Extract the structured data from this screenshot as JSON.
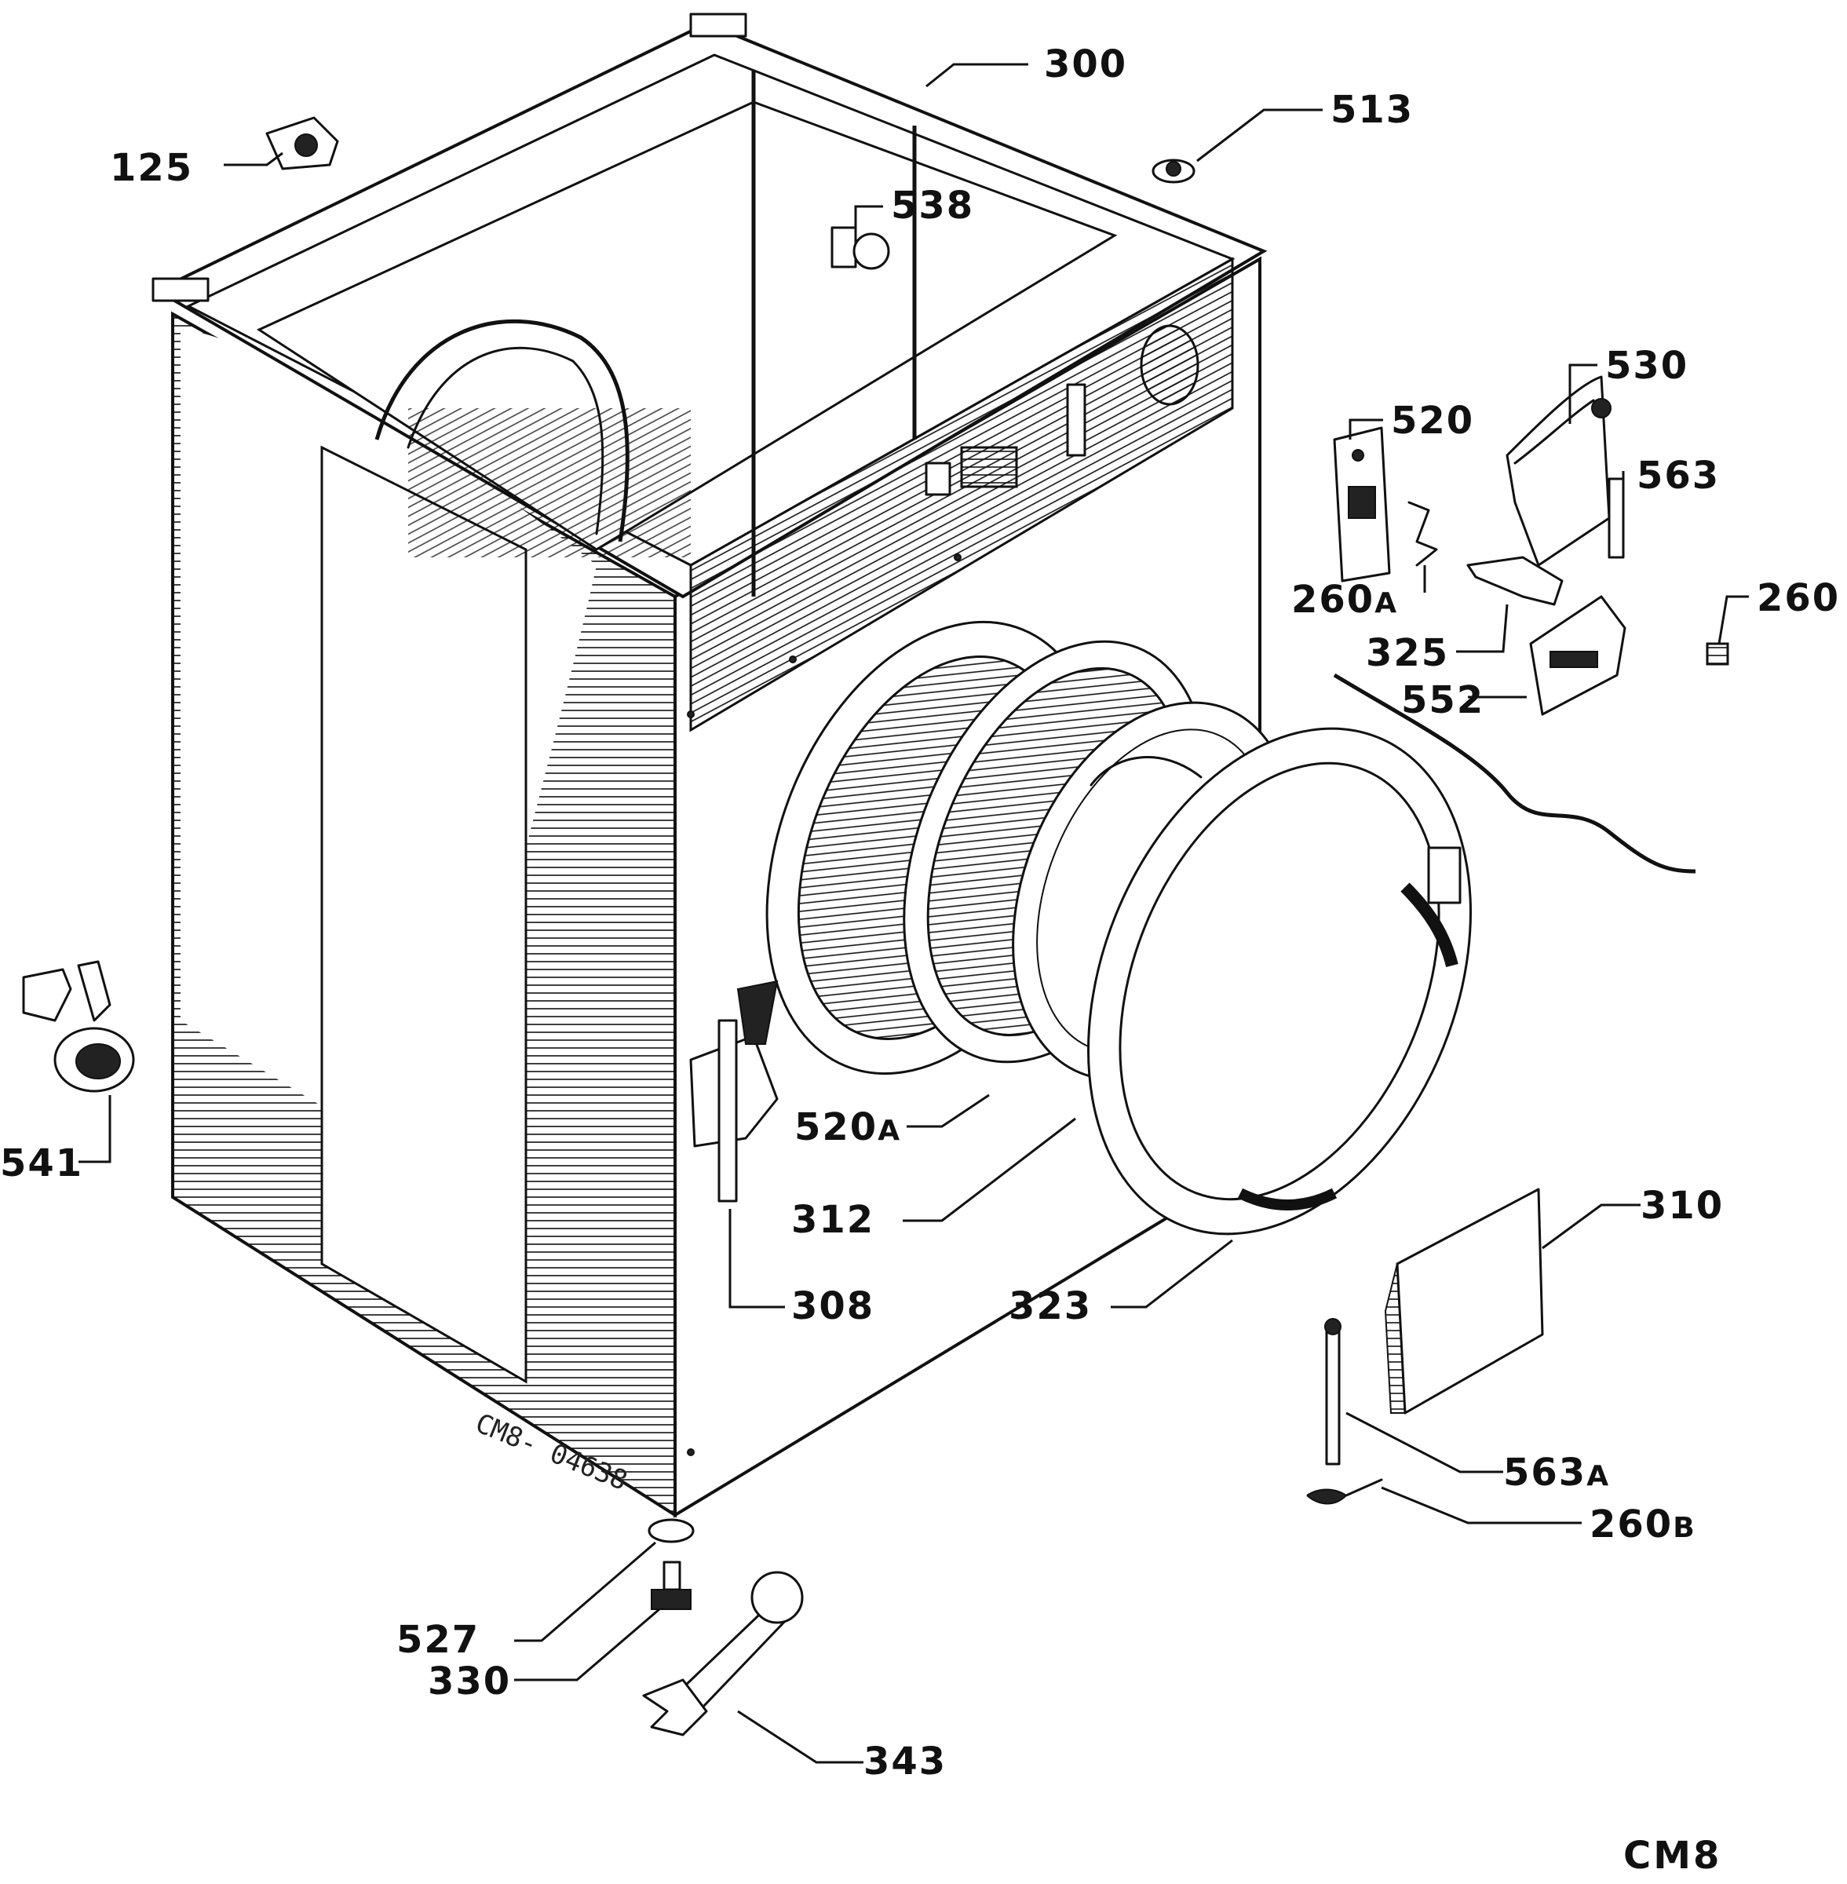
{
  "labels": {
    "p300": "300",
    "p513": "513",
    "p125": "125",
    "p538": "538",
    "p520": "520",
    "p530": "530",
    "p563": "563",
    "p260a": "260",
    "p260a_suffix": "A",
    "p260": "260",
    "p325": "325",
    "p552": "552",
    "p541": "541",
    "p520a": "520",
    "p520a_suffix": "A",
    "p312": "312",
    "p308": "308",
    "p323": "323",
    "p310": "310",
    "p563a": "563",
    "p563a_suffix": "A",
    "p260b": "260",
    "p260b_suffix": "B",
    "p527": "527",
    "p330": "330",
    "p343": "343"
  },
  "stamp": "CM8- 04638",
  "sheet_code": "CM8"
}
